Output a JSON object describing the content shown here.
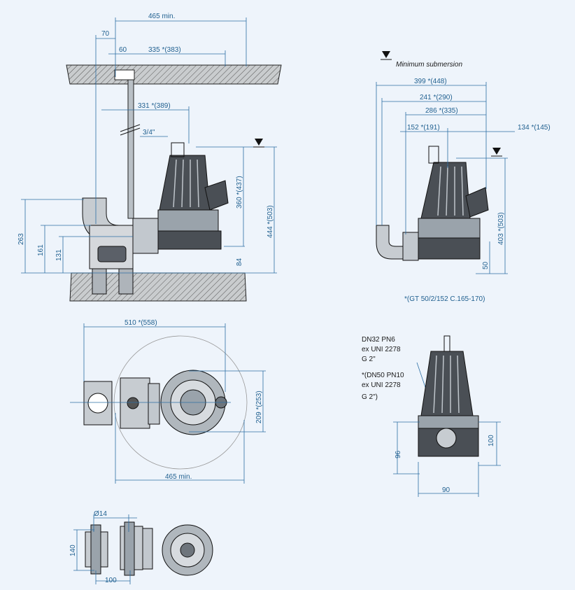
{
  "legend": {
    "minimum_submersion": "Minimum submersion"
  },
  "footnote": "*(GT 50/2/152 C.165-170)",
  "flange_note": {
    "line1": "DN32 PN6",
    "line2": "ex UNI 2278",
    "line3": "G 2\"",
    "line4": "*(DN50 PN10",
    "line5": "ex UNI 2278",
    "line6": "G 2\")"
  },
  "view_install": {
    "d465min": "465 min.",
    "d70": "70",
    "d60": "60",
    "d335": "335 *(383)",
    "d331": "331 *(389)",
    "pipe": "3/4\"",
    "d360": "360 *(437)",
    "d444": "444 *(503)",
    "d84": "84",
    "d263": "263",
    "d161": "161",
    "d131": "131"
  },
  "view_side": {
    "d399": "399 *(448)",
    "d241": "241 *(290)",
    "d286": "286 *(335)",
    "d152": "152 *(191)",
    "d134": "134 *(145)",
    "d403": "403 *(503)",
    "d50": "50"
  },
  "view_top": {
    "d510": "510 *(558)",
    "d209": "209 *(253)",
    "d465min": "465 min."
  },
  "view_front": {
    "d96": "96",
    "d100": "100",
    "d90": "90"
  },
  "view_base": {
    "d14": "Ø14",
    "d140": "140",
    "d100": "100"
  }
}
